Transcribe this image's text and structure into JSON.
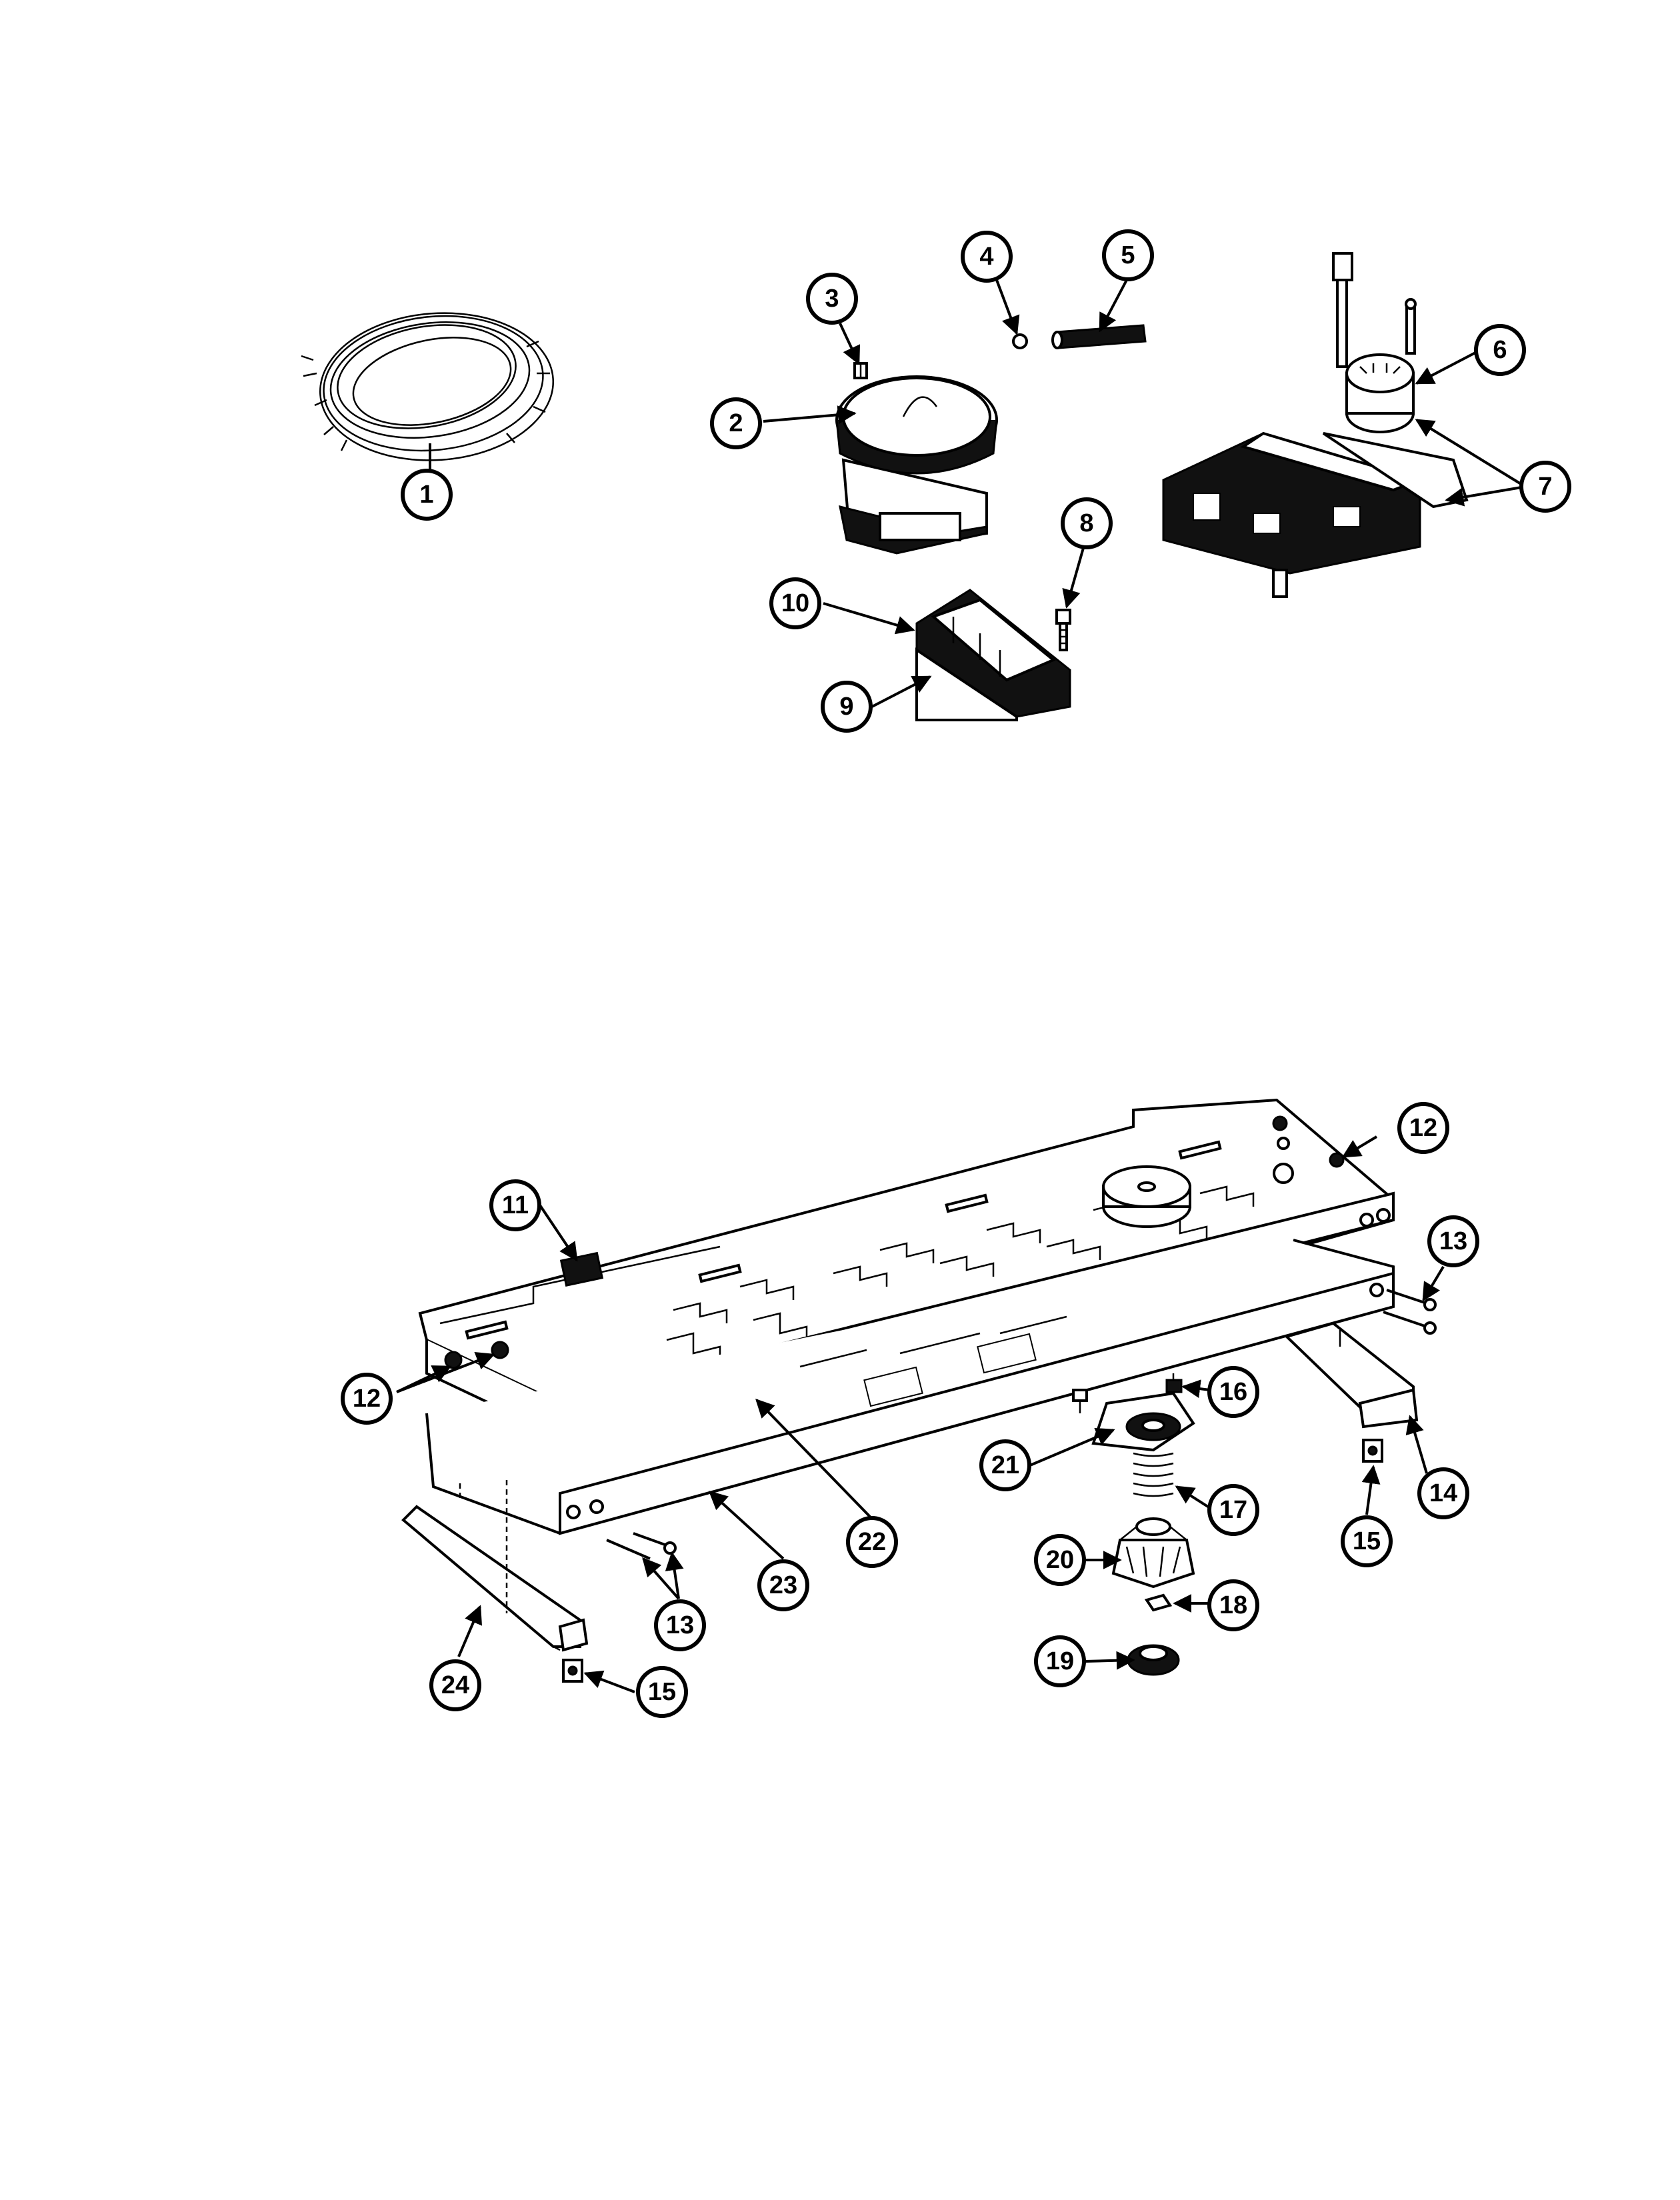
{
  "callouts": [
    {
      "id": "c1",
      "label": "1"
    },
    {
      "id": "c2",
      "label": "2"
    },
    {
      "id": "c3",
      "label": "3"
    },
    {
      "id": "c4",
      "label": "4"
    },
    {
      "id": "c5",
      "label": "5"
    },
    {
      "id": "c6",
      "label": "6"
    },
    {
      "id": "c7",
      "label": "7"
    },
    {
      "id": "c8",
      "label": "8"
    },
    {
      "id": "c9",
      "label": "9"
    },
    {
      "id": "c10",
      "label": "10"
    },
    {
      "id": "c11",
      "label": "11"
    },
    {
      "id": "c12a",
      "label": "12"
    },
    {
      "id": "c12b",
      "label": "12"
    },
    {
      "id": "c13a",
      "label": "13"
    },
    {
      "id": "c13b",
      "label": "13"
    },
    {
      "id": "c14",
      "label": "14"
    },
    {
      "id": "c15a",
      "label": "15"
    },
    {
      "id": "c15b",
      "label": "15"
    },
    {
      "id": "c16",
      "label": "16"
    },
    {
      "id": "c17",
      "label": "17"
    },
    {
      "id": "c18",
      "label": "18"
    },
    {
      "id": "c19",
      "label": "19"
    },
    {
      "id": "c20",
      "label": "20"
    },
    {
      "id": "c21",
      "label": "21"
    },
    {
      "id": "c22",
      "label": "22"
    },
    {
      "id": "c23",
      "label": "23"
    },
    {
      "id": "c24",
      "label": "24"
    }
  ]
}
